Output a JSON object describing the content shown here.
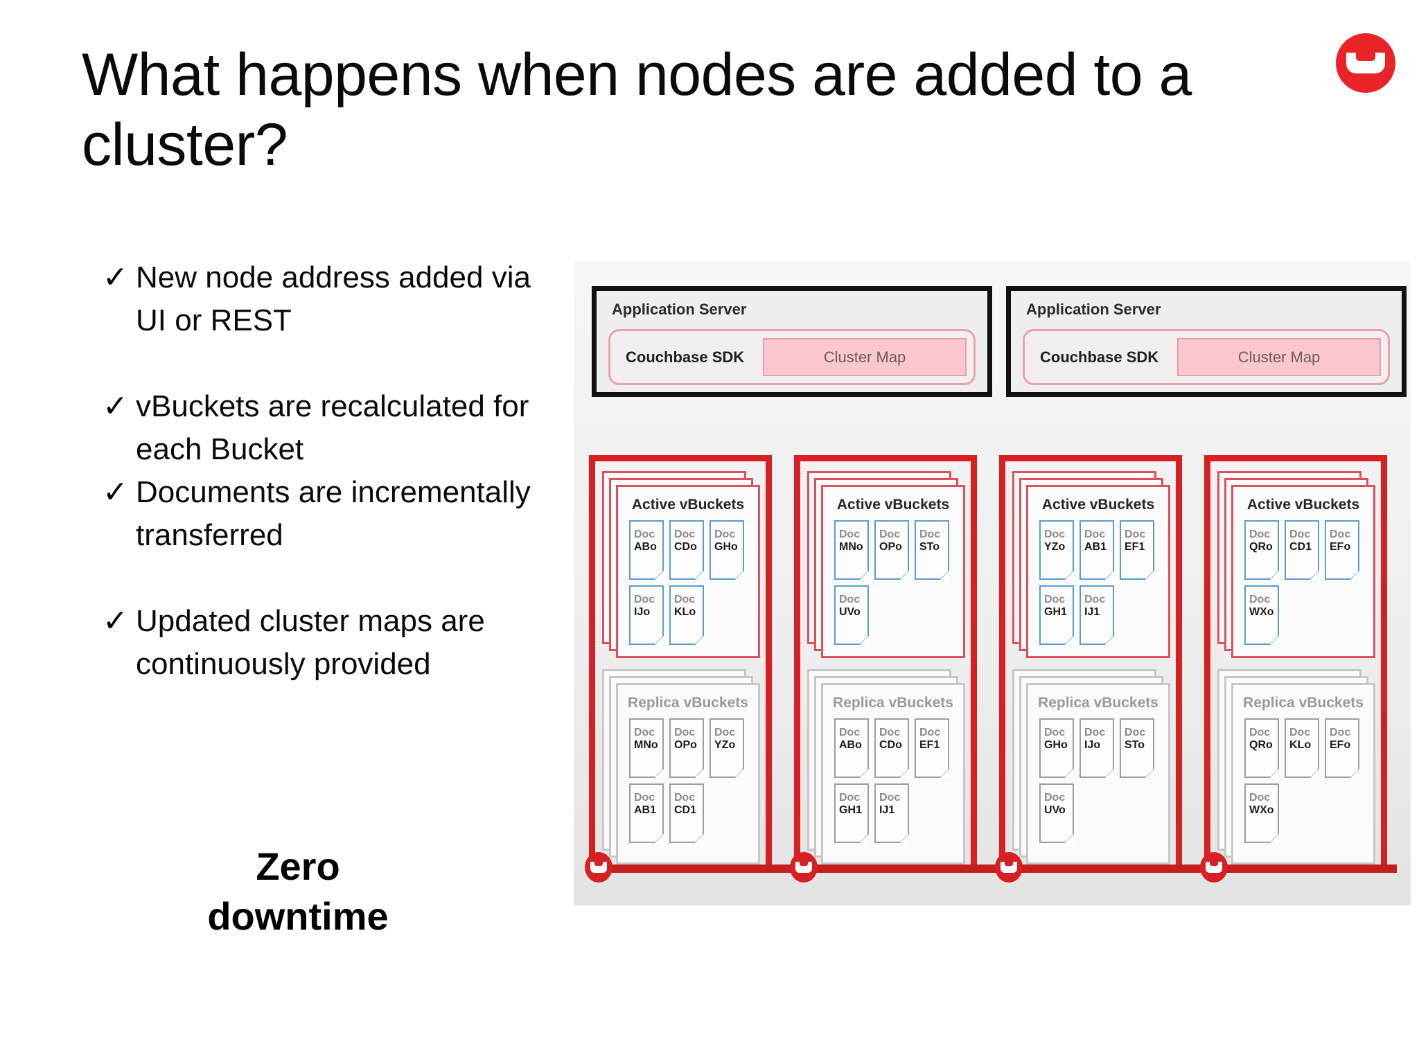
{
  "slide": {
    "title": "What happens when nodes are added to a cluster?",
    "zero_downtime_line1": "Zero",
    "zero_downtime_line2": "downtime",
    "logo_name": "couchbase-logo",
    "accent_red": "#d81f21",
    "logo_red": "#ea2328",
    "doc_active_border": "#5b9bd5",
    "doc_replica_border": "#9d9d9d",
    "cluster_map_fill": "#fbc7ce"
  },
  "bullets": [
    {
      "marker": "✓",
      "text": "New node address added via UI or REST"
    },
    {
      "marker": "✓",
      "text": "vBuckets are recalculated for each Bucket"
    },
    {
      "marker": "✓",
      "text": "Documents are incrementally transferred"
    },
    {
      "marker": "✓",
      "text": "Updated cluster maps are continuously provided"
    }
  ],
  "diagram": {
    "app_servers": [
      {
        "title": "Application Server",
        "sdk_label": "Couchbase SDK",
        "cluster_map_label": "Cluster Map"
      },
      {
        "title": "Application Server",
        "sdk_label": "Couchbase SDK",
        "cluster_map_label": "Cluster Map"
      }
    ],
    "active_label": "Active vBuckets",
    "replica_label": "Replica vBuckets",
    "doc_prefix": "Doc",
    "nodes": [
      {
        "active": [
          "ABo",
          "CDo",
          "GHo",
          "IJo",
          "KLo"
        ],
        "replica": [
          "MNo",
          "OPo",
          "YZo",
          "AB1",
          "CD1"
        ]
      },
      {
        "active": [
          "MNo",
          "OPo",
          "STo",
          "UVo"
        ],
        "replica": [
          "ABo",
          "CDo",
          "EF1",
          "GH1",
          "IJ1"
        ]
      },
      {
        "active": [
          "YZo",
          "AB1",
          "EF1",
          "GH1",
          "IJ1"
        ],
        "replica": [
          "GHo",
          "IJo",
          "STo",
          "UVo"
        ]
      },
      {
        "active": [
          "QRo",
          "CD1",
          "EFo",
          "WXo"
        ],
        "replica": [
          "QRo",
          "KLo",
          "EFo",
          "WXo"
        ]
      }
    ]
  }
}
